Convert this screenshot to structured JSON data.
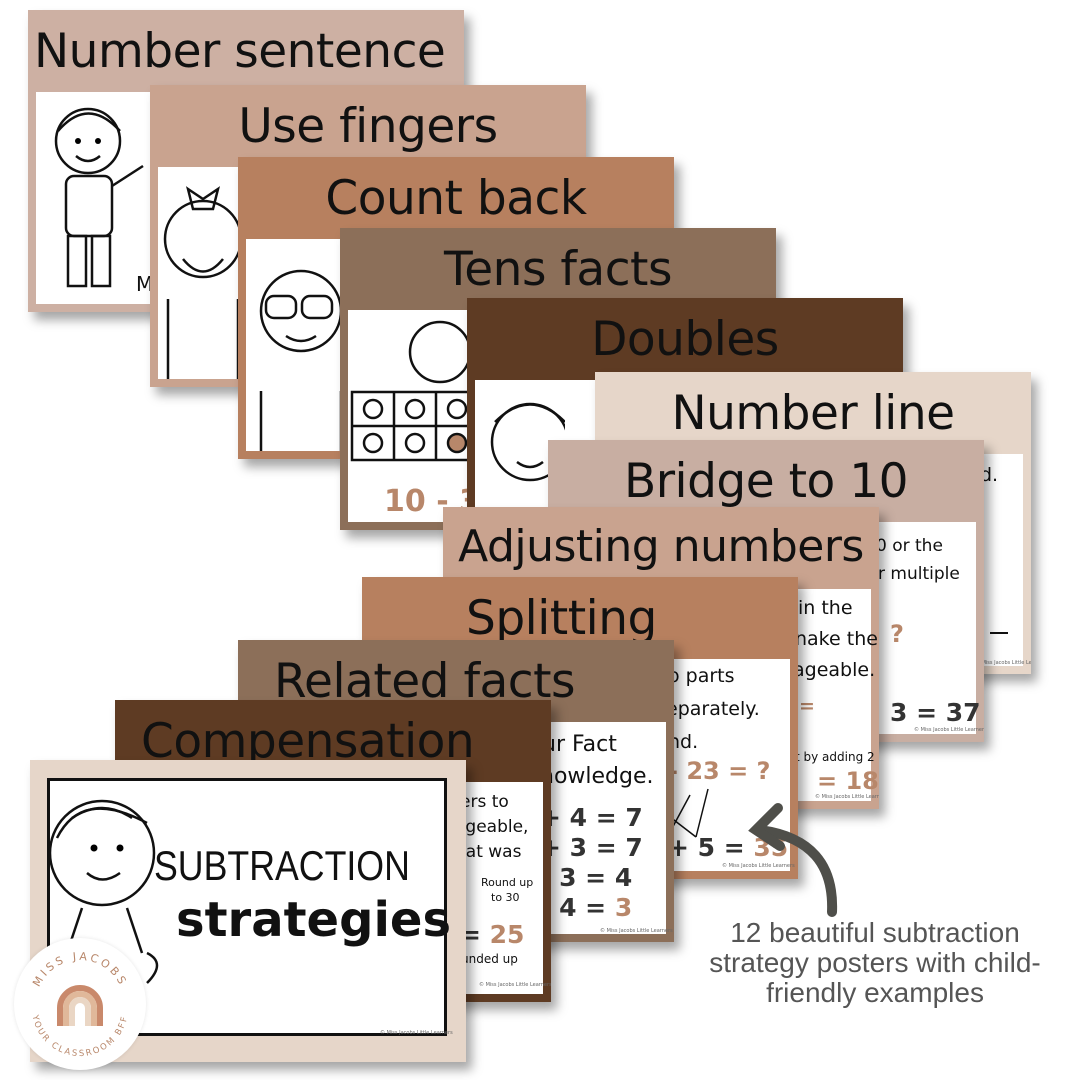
{
  "posters": [
    {
      "title": "Number sentence",
      "color": "#cdb0a3",
      "fragments": [
        "M"
      ]
    },
    {
      "title": "Use fingers",
      "color": "#c9a38f"
    },
    {
      "title": "Count back",
      "color": "#b7805f"
    },
    {
      "title": "Tens facts",
      "color": "#8c6f59",
      "fragments": [
        "10 - 3"
      ]
    },
    {
      "title": "Doubles",
      "color": "#5e3b23"
    },
    {
      "title": "Number line",
      "color": "#e6d6c9",
      "fragments": [
        "d."
      ]
    },
    {
      "title": "Bridge to 10",
      "color": "#c8aea2",
      "fragments": [
        "0 or the",
        "r multiple",
        "?",
        "3 = 37"
      ]
    },
    {
      "title": "Adjusting numbers",
      "color": "#c9a38f",
      "fragments": [
        "in the",
        "nake the",
        "ageable.",
        "=",
        "t by adding 2",
        "= 18"
      ]
    },
    {
      "title": "Splitting",
      "color": "#b7805f",
      "fragments": [
        "o parts",
        "eparately.",
        "nd.",
        "- 23 = ?",
        "+ 5 = ",
        "35"
      ]
    },
    {
      "title": "Related facts",
      "color": "#8c6f59",
      "fragments": [
        "ur Fact",
        "nowledge.",
        "+ 4 = 7",
        "+ 3 = 7",
        "- 3 = 4",
        "- 4 = ",
        "3"
      ]
    },
    {
      "title": "Compensation",
      "color": "#5e3b23",
      "fragments": [
        "ers to",
        "ageable,",
        "hat was",
        "Round up",
        "to 30",
        "= ",
        "25",
        "unded up"
      ]
    },
    {
      "title": "",
      "color": "#e6d6c9",
      "heading1": "SUBTRACTION",
      "heading2": "strategies"
    }
  ],
  "copyright": "© Miss Jacobs Little Learners",
  "caption": "12 beautiful subtraction strategy posters with child-friendly examples",
  "logo": {
    "top": "MISS JACOBS",
    "bottom": "YOUR CLASSROOM BFF"
  },
  "colors": {
    "accent": "#b8876a",
    "caption": "#555555",
    "arrow": "#4f4f4a"
  }
}
